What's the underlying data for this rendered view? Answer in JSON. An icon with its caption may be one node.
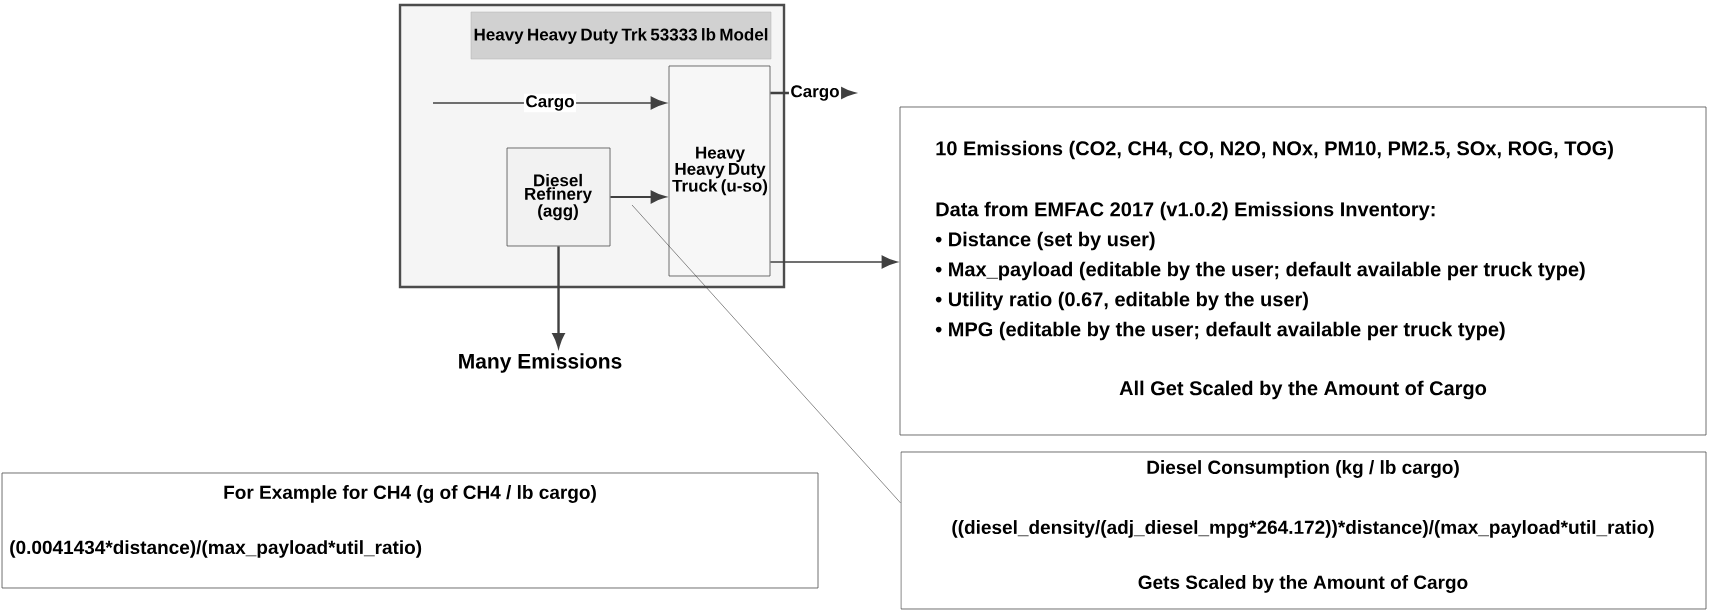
{
  "diagram": {
    "nodes": [
      {
        "text": [
          "Heavy Heavy Duty Trk 53333 lb Model"
        ]
      },
      {
        "text": [
          "Diesel Refinery (agg)"
        ],
        "in": 0
      },
      {
        "text": [
          "Heavy Heavy Duty Truck (u-so)"
        ],
        "in": 0
      },
      {
        "text": [
          "Many Emissions"
        ]
      },
      {
        "text": [
          "10 Emissions (CO2, CH4, CO, N2O, NOx, PM10, PM2.5, SOx, ROG, TOG)",
          "Data from EMFAC 2017 (v1.0.2) Emissions Inventory:",
          "• Distance (set by user)",
          "• Max_payload (editable by the user; default available per truck type)",
          "• Utility ratio (0.67, editable by the user)",
          "• MPG (editable by the user; default available per truck type)",
          "All Get Scaled by the Amount of Cargo"
        ]
      },
      {
        "text": [
          "Diesel Consumption (kg / lb cargo)",
          "((diesel_density/(adj_diesel_mpg*264.172))*distance)/(max_payload*util_ratio)",
          "Gets Scaled by the Amount of Cargo"
        ]
      },
      {
        "text": [
          "For Example for CH4 (g of CH4 / lb cargo)",
          "(0.0041434*distance)/(max_payload*util_ratio)"
        ]
      }
    ],
    "edges": [
      {
        "from": null,
        "to": 2,
        "arrow": "to",
        "label": "Cargo"
      },
      {
        "from": 2,
        "to": null,
        "arrow": "to",
        "label": "Cargo"
      },
      {
        "from": 1,
        "to": 2,
        "arrow": "to"
      },
      {
        "from": 1,
        "to": 3,
        "arrow": "to"
      },
      {
        "from": 2,
        "to": 4,
        "arrow": "to"
      },
      {
        "from": 5,
        "to": null,
        "arrow": "none"
      }
    ]
  }
}
